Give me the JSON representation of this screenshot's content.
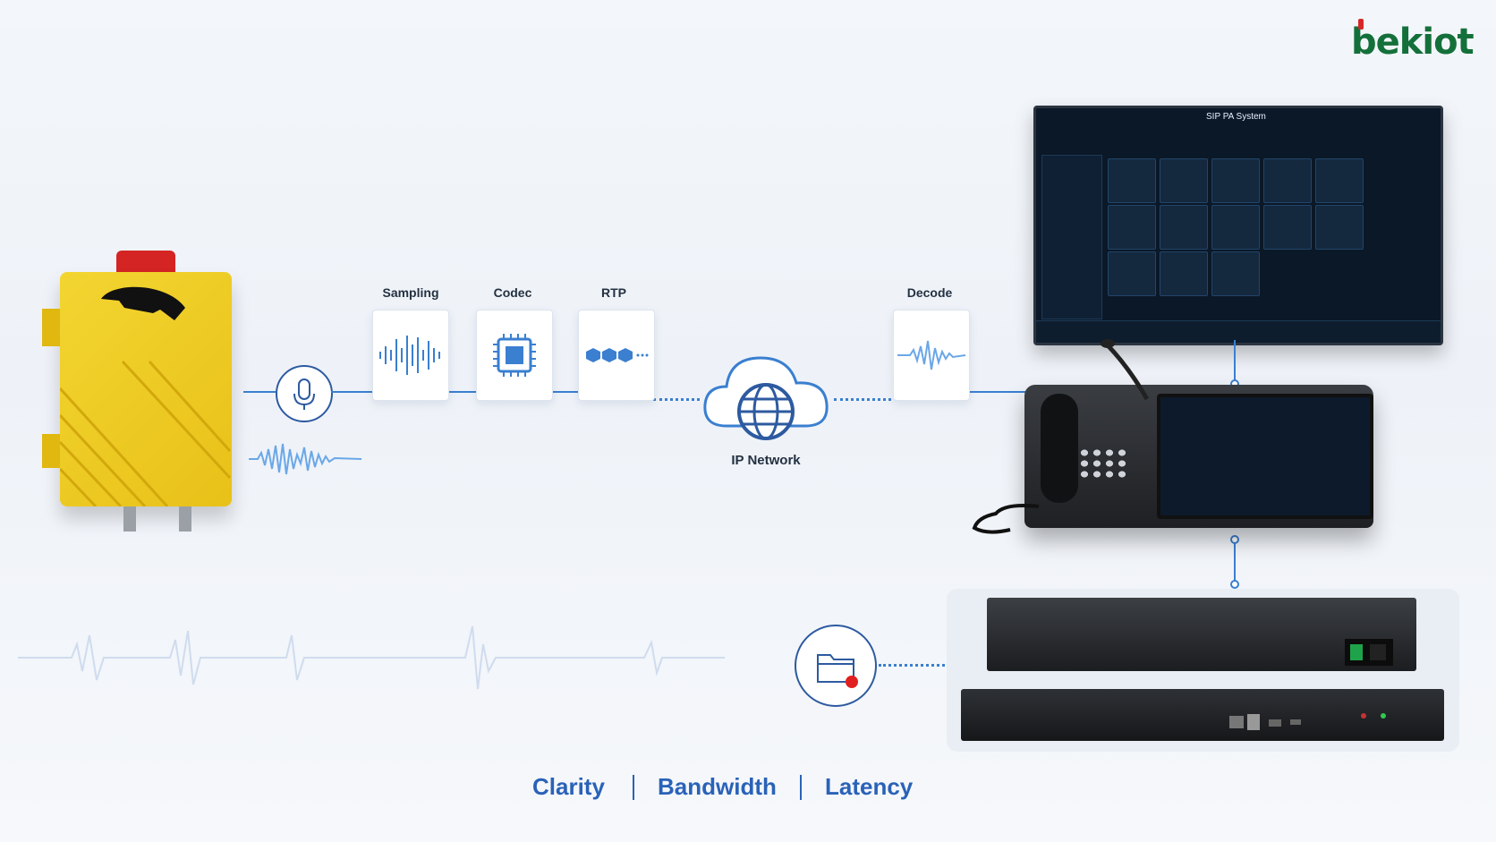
{
  "brand": {
    "logo_text": "bekiot"
  },
  "pipeline": {
    "stages": [
      "Sampling",
      "Codec",
      "RTP"
    ],
    "decode_label": "Decode",
    "network_label": "IP Network"
  },
  "monitor": {
    "title": "SIP PA System"
  },
  "footer": {
    "items": [
      "Clarity",
      "Bandwidth",
      "Latency"
    ]
  },
  "icons": {
    "mic": "microphone-icon",
    "globe": "globe-icon",
    "folder": "folder-record-icon",
    "chip": "chip-icon",
    "phone": "phone-icon"
  },
  "colors": {
    "accent": "#3a7fd0",
    "brand_green": "#14703a",
    "footer_blue": "#2a62b8",
    "callbox_yellow": "#f0cc20"
  }
}
